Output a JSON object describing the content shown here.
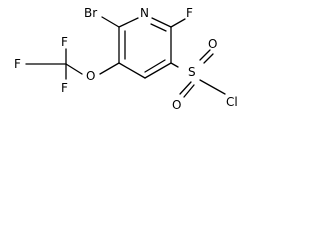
{
  "molecule": {
    "atoms": {
      "bromine": "Br",
      "nitrogen": "N",
      "fluorine_ring": "F",
      "cf3_fluorine_top": "F",
      "cf3_fluorine_left": "F",
      "cf3_fluorine_bottom": "F",
      "oxygen_ether": "O",
      "sulfur": "S",
      "oxygen_sulfonyl_top": "O",
      "oxygen_sulfonyl_bottom": "O",
      "chlorine": "Cl"
    }
  }
}
